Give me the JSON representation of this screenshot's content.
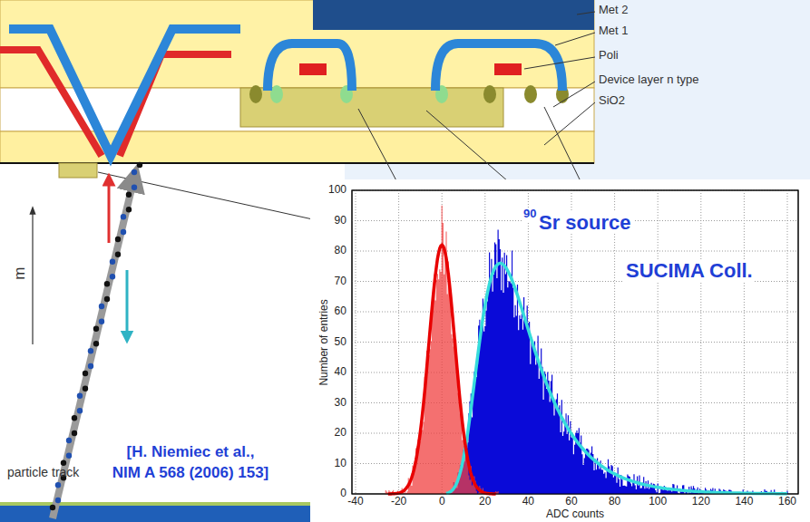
{
  "diagram": {
    "labels": [
      "Met 2",
      "Met 1",
      "Poli",
      "Device layer n type",
      "SiO2",
      "m",
      "particle track",
      "[H. Niemiec et al.,",
      "NIM A 568 (2006) 153]",
      "90",
      "Sr source",
      "SUCIMA Coll.",
      "Number of entries",
      "ADC counts",
      "0",
      "10",
      "20",
      "30",
      "40",
      "50",
      "60",
      "70",
      "80",
      "90",
      "100",
      "-40",
      "-20",
      "0",
      "20",
      "40",
      "60",
      "80",
      "100",
      "120",
      "140",
      "160"
    ]
  }
}
